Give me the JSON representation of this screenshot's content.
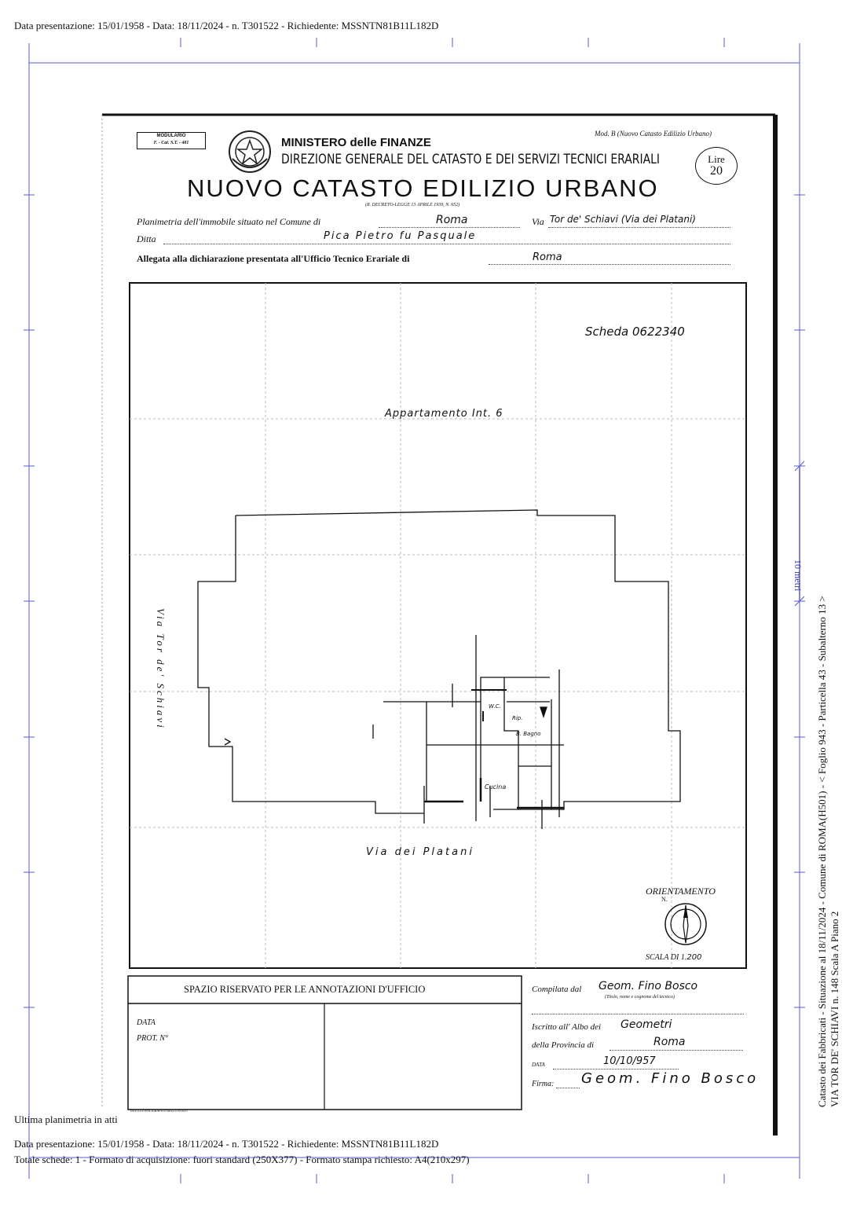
{
  "header": {
    "top_line": "Data presentazione: 15/01/1958 - Data: 18/11/2024 - n. T301522 - Richiedente: MSSNTN81B11L182D"
  },
  "form": {
    "modulario": "MODULARIO",
    "modulario_code": "F. - Cat. S.T. - 481",
    "mod_b": "Mod. B (Nuovo Catasto Edilizio Urbano)",
    "ministero": "MINISTERO delle FINANZE",
    "direzione": "DIREZIONE GENERALE DEL CATASTO E DEI SERVIZI TECNICI ERARIALI",
    "main_title": "NUOVO CATASTO EDILIZIO URBANO",
    "decreto": "(R. DECRETO-LEGGE 13 APRILE 1939, N. 652)",
    "lire_label": "Lire",
    "lire_value": "20",
    "planimetria_label": "Planimetria dell'immobile situato nel Comune di",
    "comune_value": "Roma",
    "via_label": "Via",
    "via_value": "Tor de' Schiavi (Via dei Platani)",
    "ditta_label": "Ditta",
    "ditta_value": "Pica Pietro fu Pasquale",
    "allegata_label": "Allegata alla dichiarazione presentata all'Ufficio Tecnico Erariale di",
    "allegata_value": "Roma"
  },
  "plan": {
    "scheda": "Scheda 0622340",
    "appartamento": "Appartamento Int. 6",
    "street_left": "Via Tor de' Schiavi",
    "street_bottom": "Via dei Platani",
    "room_wc": "W.C.",
    "room_rip": "Rip.",
    "room_bagno": "B. Bagno",
    "room_cucina": "Cucina",
    "orientamento": "ORIENTAMENTO",
    "north": "N.",
    "scala_label": "SCALA DI 1.",
    "scala_value": "200"
  },
  "footer_form": {
    "spazio": "SPAZIO RISERVATO PER LE ANNOTAZIONI D'UFFICIO",
    "data_label": "DATA",
    "prot_label": "PROT. N°",
    "compilata_label": "Compilata dal",
    "compilata_value": "Geom. Fino Bosco",
    "compilata_hint": "(Titolo, nome e cognome del tecnico)",
    "iscritto_label": "Iscritto all' Albo dei",
    "iscritto_value": "Geometri",
    "provincia_label": "della Provincia di",
    "provincia_value": "Roma",
    "data_label2": "DATA",
    "data_value": "10/10/957",
    "firma_label": "Firma:",
    "firma_value": "Geom. Fino Bosco",
    "istituto": "ISTITUTO POLIGRAFICO DELLO STATO"
  },
  "side": {
    "scale_label": "10 metri",
    "line1": "Catasto dei Fabbricati - Situazione al 18/11/2024 - Comune di ROMA(H501) - < Foglio 943 - Particella 43 - Subalterno 13 >",
    "line2": "VIA TOR DE' SCHIAVI n. 148 Scala A Piano 2"
  },
  "footer": {
    "ultima": "Ultima planimetria in atti",
    "line1": "Data presentazione: 15/01/1958 - Data: 18/11/2024 - n. T301522 - Richiedente: MSSNTN81B11L182D",
    "line2": "Totale schede: 1 - Formato di acquisizione: fuori standard (250X377) - Formato stampa richiesto: A4(210x297)"
  }
}
